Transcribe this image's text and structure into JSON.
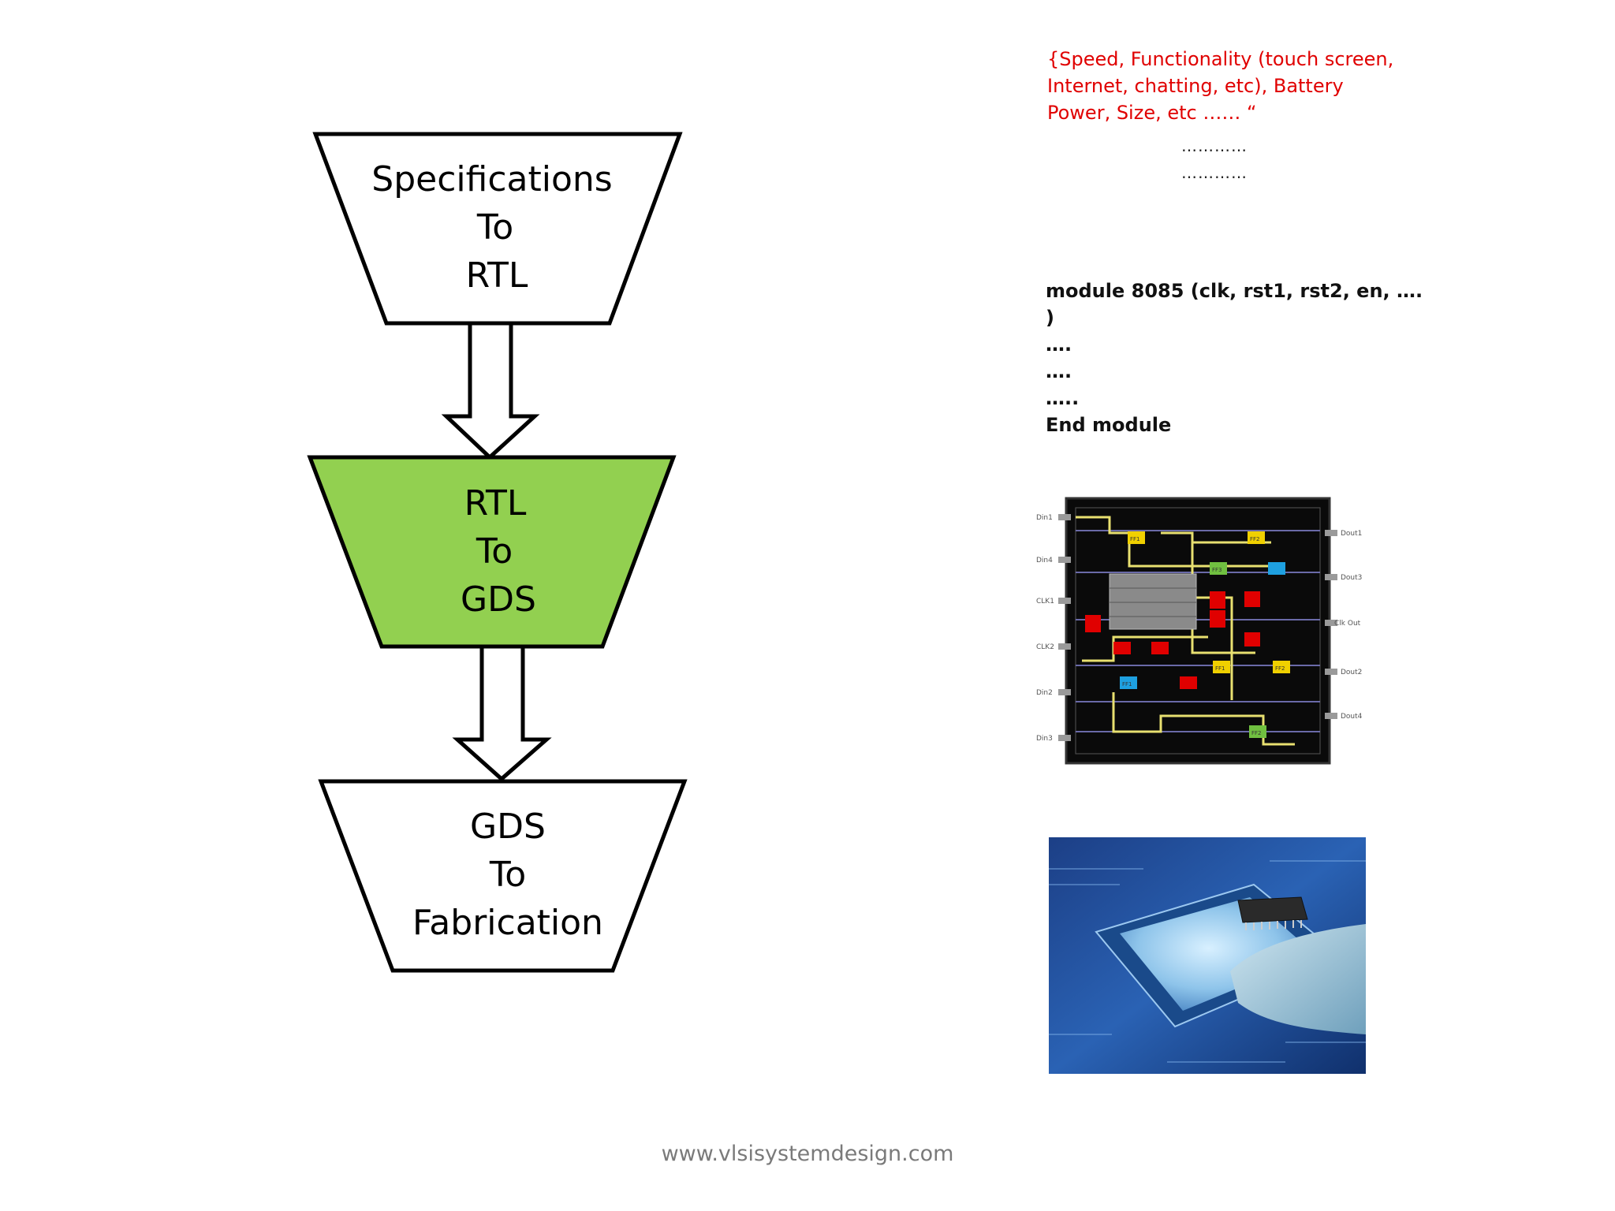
{
  "flow": {
    "stages": [
      {
        "lines": [
          "Specifications",
          "To",
          "RTL"
        ],
        "fill": "#ffffff"
      },
      {
        "lines": [
          "RTL",
          "To",
          "GDS"
        ],
        "fill": "#92d050"
      },
      {
        "lines": [
          "GDS",
          "To",
          "Fabrication"
        ],
        "fill": "#ffffff"
      }
    ]
  },
  "specs": {
    "lines": [
      "{Speed, Functionality (touch screen,",
      "Internet, chatting, etc), Battery",
      "Power, Size, etc …… “"
    ],
    "dots": [
      "…………",
      "…………"
    ]
  },
  "code": {
    "lines": [
      "module 8085 (clk, rst1, rst2, en, ….",
      ")",
      "….",
      "….",
      "…..",
      "End module"
    ]
  },
  "layout_figure": {
    "left_pins": [
      "Din1",
      "Din4",
      "CLK1",
      "CLK2",
      "Din2",
      "Din3"
    ],
    "right_pins": [
      "Dout1",
      "Dout3",
      "Clk Out",
      "Dout2",
      "Dout4"
    ],
    "cells": [
      "FF1",
      "FF2",
      "FF3",
      "FF1",
      "FF2",
      "FF1",
      "FF2"
    ]
  },
  "footer": {
    "text": "www.vlsisystemdesign.com"
  },
  "colors": {
    "accent_green": "#92d050",
    "red_text": "#e00000"
  }
}
